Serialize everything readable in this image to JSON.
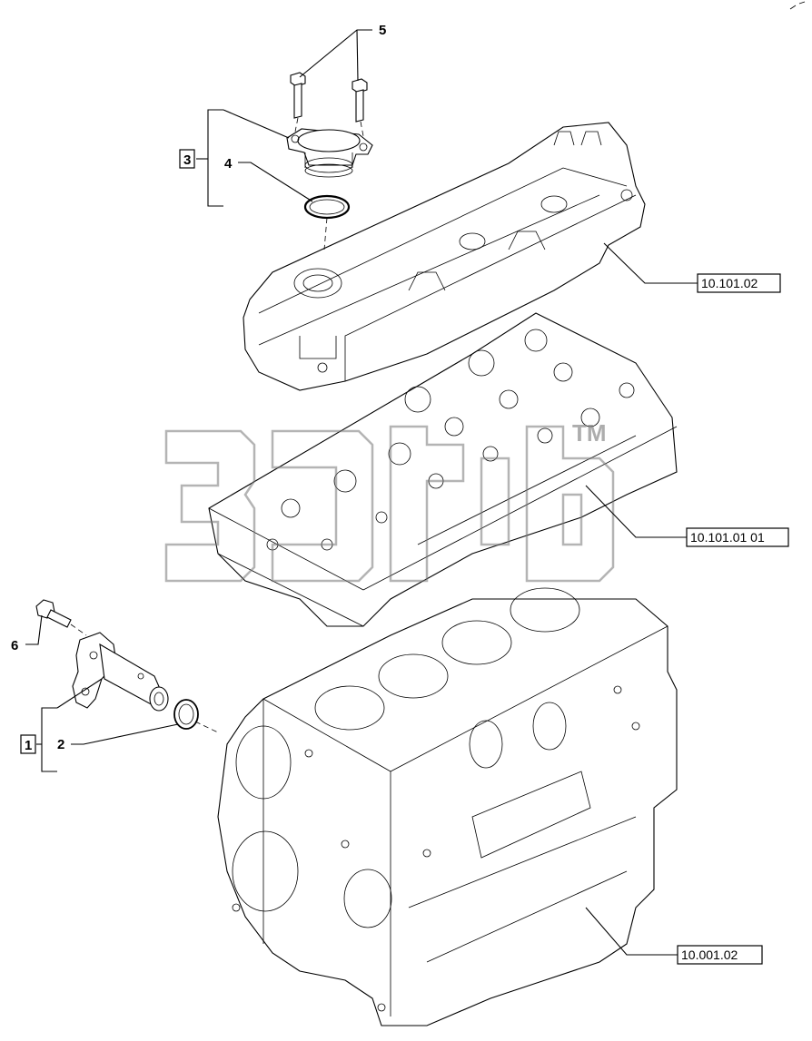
{
  "callouts": {
    "c1": "1",
    "c2": "2",
    "c3": "3",
    "c4": "4",
    "c5": "5",
    "c6": "6"
  },
  "references": {
    "valve_cover": "10.101.02",
    "cylinder_head": "10.101.01 01",
    "engine_block": "10.001.02"
  },
  "watermark": {
    "trademark": "TM"
  },
  "colors": {
    "line": "#000000",
    "background": "#ffffff",
    "watermark": "#777777"
  }
}
